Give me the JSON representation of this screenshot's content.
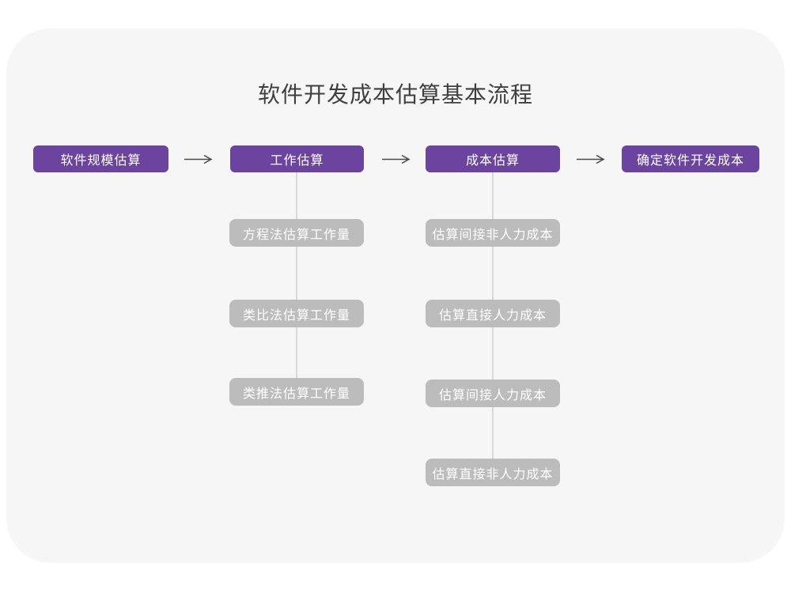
{
  "page": {
    "title": "软件开发成本估算基本流程"
  },
  "colors": {
    "stage_box": "#6A449E",
    "substep_box": "#BCBCBC",
    "card_background": "#F6F6F6",
    "page_background": "#FFFFFF",
    "arrow": "#4A4A4A",
    "connector_line": "#D8D8D8",
    "title_text": "#3F3F3F",
    "box_text": "#FFFFFF"
  },
  "flow": {
    "stages": [
      {
        "label": "软件规模估算"
      },
      {
        "label": "工作估算"
      },
      {
        "label": "成本估算"
      },
      {
        "label": "确定软件开发成本"
      }
    ],
    "work_substeps": [
      {
        "label": "方程法估算工作量"
      },
      {
        "label": "类比法估算工作量"
      },
      {
        "label": "类推法估算工作量"
      }
    ],
    "cost_substeps": [
      {
        "label": "估算间接非人力成本"
      },
      {
        "label": "估算直接人力成本"
      },
      {
        "label": "估算间接人力成本"
      },
      {
        "label": "估算直接非人力成本"
      }
    ],
    "icons": {
      "arrow": "right-arrow"
    }
  }
}
